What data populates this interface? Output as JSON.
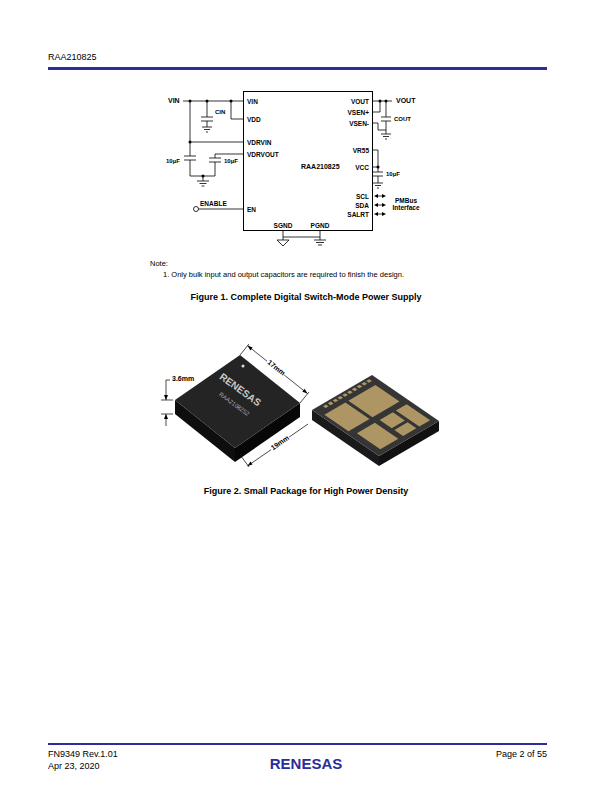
{
  "diagram": {
    "nodes": [
      {
        "text": [
          "RAA210825"
        ]
      }
    ],
    "labels": [
      "RAA210825",
      "VIN",
      "CIN",
      "10µF",
      "10µF",
      "ENABLE",
      "VIN",
      "VDD",
      "VDRVIN",
      "VDRVOUT",
      "EN",
      "VOUT",
      "VSEN+",
      "VSEN-",
      "VR55",
      "VCC",
      "SCL",
      "SDA",
      "SALRT",
      "SGND",
      "PGND",
      "VOUT",
      "COUT",
      "10µF",
      "PMBus Interface",
      "Note:",
      "1. Only bulk input and output capacitors are required to finish the design.",
      "Figure 1. Complete Digital Switch-Mode Power Supply",
      "3.6mm",
      "17mm",
      "19mm",
      "RENESAS",
      "RAA2108252",
      "Figure 2. Small Package for High Power Density",
      "FN9349 Rev.1.01",
      "Apr 23, 2020",
      "RENESAS",
      "Page 2 of 55"
    ]
  }
}
